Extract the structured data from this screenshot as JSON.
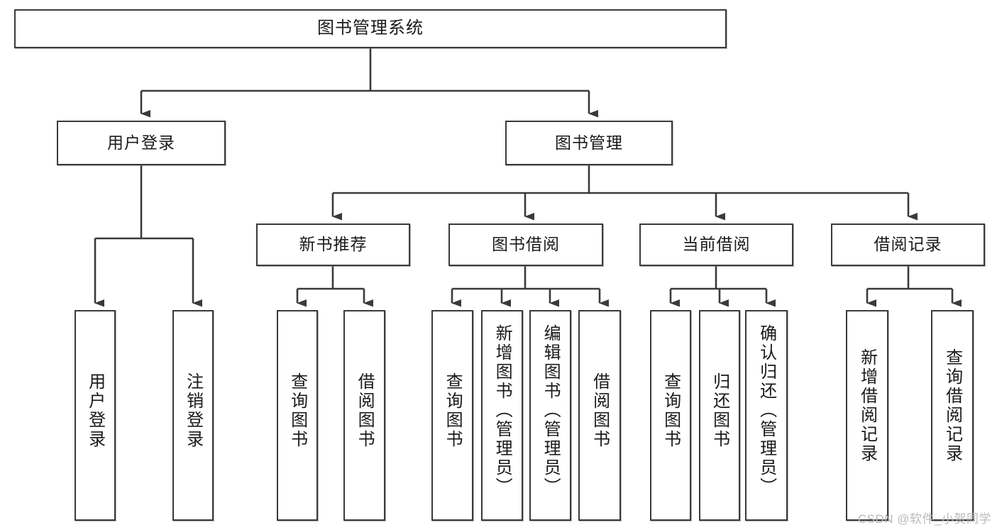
{
  "diagram": {
    "title": "图书管理系统",
    "watermark": "CSDN @软件_小贺同学",
    "colors": {
      "background": "#ffffff",
      "border": "#3a3a3a",
      "text": "#1a1a1a",
      "connector": "#3a3a3a",
      "watermark": "#b9b9b9"
    },
    "root": {
      "label": "图书管理系统"
    },
    "level2": [
      {
        "label": "用户登录"
      },
      {
        "label": "图书管理"
      }
    ],
    "level3": [
      {
        "label": "新书推荐"
      },
      {
        "label": "图书借阅"
      },
      {
        "label": "当前借阅"
      },
      {
        "label": "借阅记录"
      }
    ],
    "leaves": {
      "user_login": [
        {
          "label": "用户登录"
        },
        {
          "label": "注销登录"
        }
      ],
      "new_book_recommend": [
        {
          "label": "查询图书"
        },
        {
          "label": "借阅图书"
        }
      ],
      "book_borrow": [
        {
          "label": "查询图书"
        },
        {
          "label": "新增图书（管理员）"
        },
        {
          "label": "编辑图书（管理员）"
        },
        {
          "label": "借阅图书"
        }
      ],
      "current_borrow": [
        {
          "label": "查询图书"
        },
        {
          "label": "归还图书"
        },
        {
          "label": "确认归还（管理员）"
        }
      ],
      "borrow_record": [
        {
          "label": "新增借阅记录"
        },
        {
          "label": "查询借阅记录"
        }
      ]
    }
  }
}
